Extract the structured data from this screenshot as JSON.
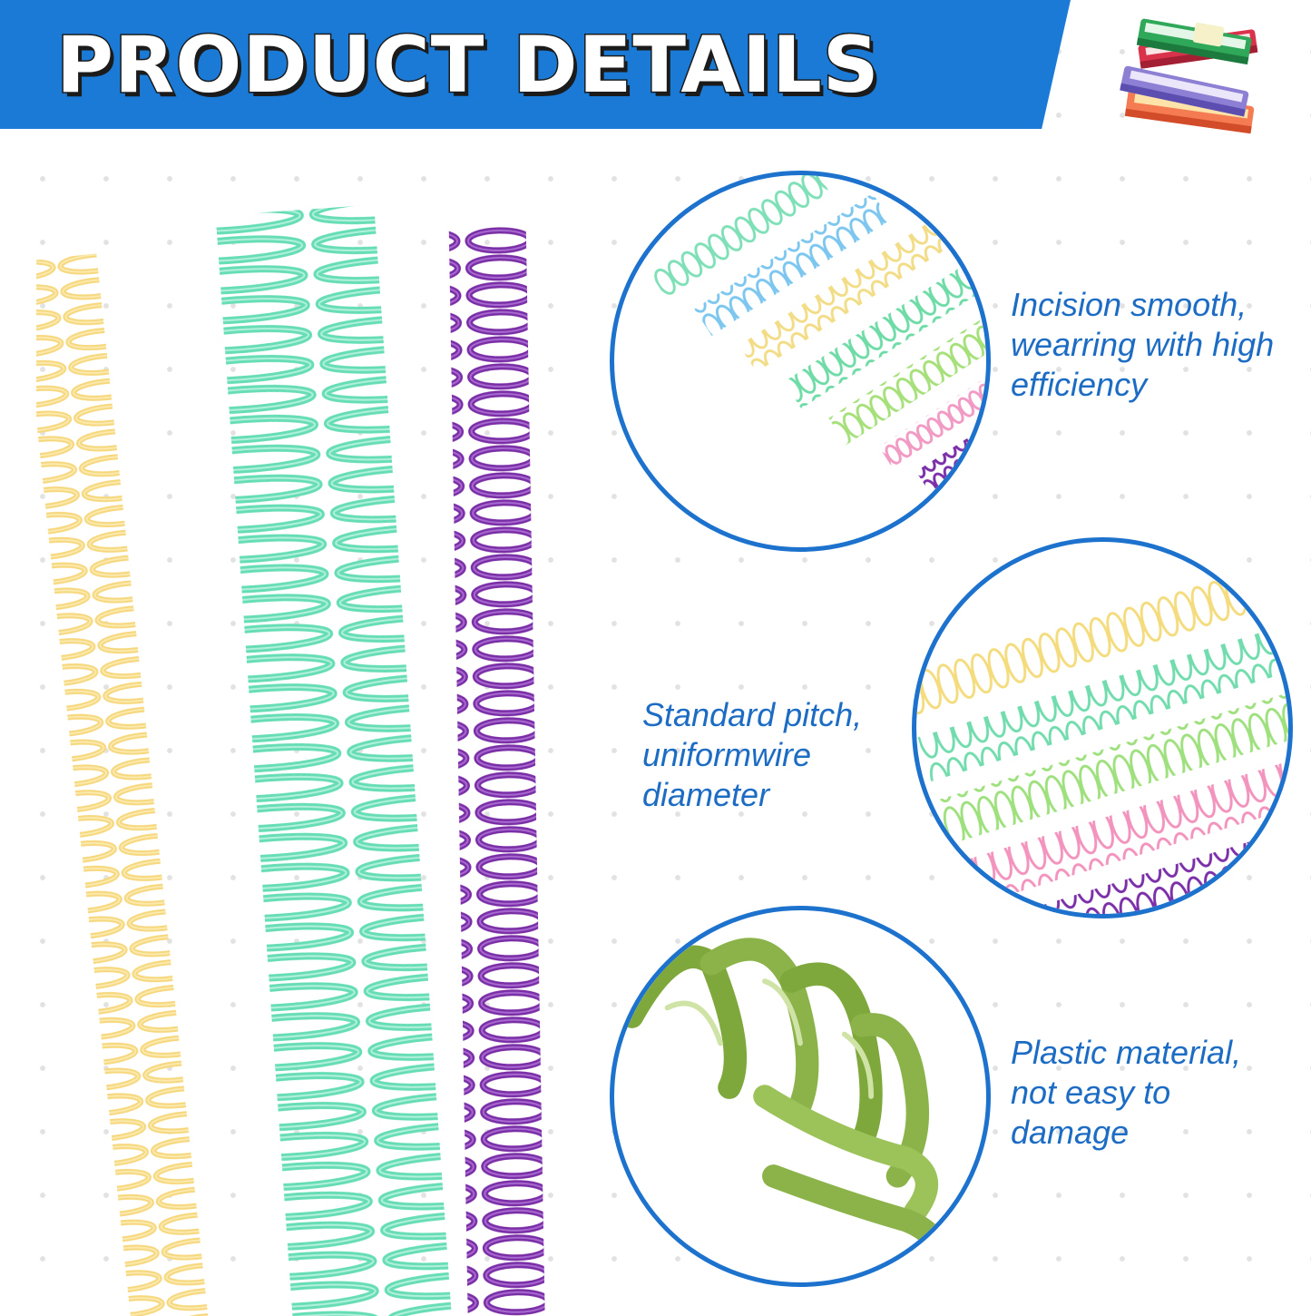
{
  "header": {
    "title": "PRODUCT DETAILS",
    "banner_color": "#1a7ad6",
    "logo_icon": "stacked-books-icon"
  },
  "main_visual": {
    "icon": "binding-coils-image",
    "coil_colors": [
      "#f6d77c",
      "#66ddb4",
      "#7a2ea6"
    ]
  },
  "features": [
    {
      "lines": [
        "Incision smooth,",
        "wearring with high",
        "efficiency"
      ],
      "image_icon": "assorted-color-coils-image",
      "colors": [
        "#7fe0b8",
        "#7cc6ef",
        "#f3dc86",
        "#6fdba7",
        "#a6e07a",
        "#f19ac4",
        "#7b2fa8",
        "#f5a85a"
      ]
    },
    {
      "lines": [
        "Standard pitch,",
        "uniformwire",
        "diameter"
      ],
      "image_icon": "coil-pitch-closeup-image",
      "colors": [
        "#f4dc7e",
        "#72dcae",
        "#9fe07e",
        "#f294bd",
        "#7b2fa8"
      ]
    },
    {
      "lines": [
        "Plastic material,",
        "not easy to",
        "damage"
      ],
      "image_icon": "green-coil-macro-image",
      "colors": [
        "#8bb34a"
      ]
    }
  ],
  "accent_color": "#1c6cc4"
}
